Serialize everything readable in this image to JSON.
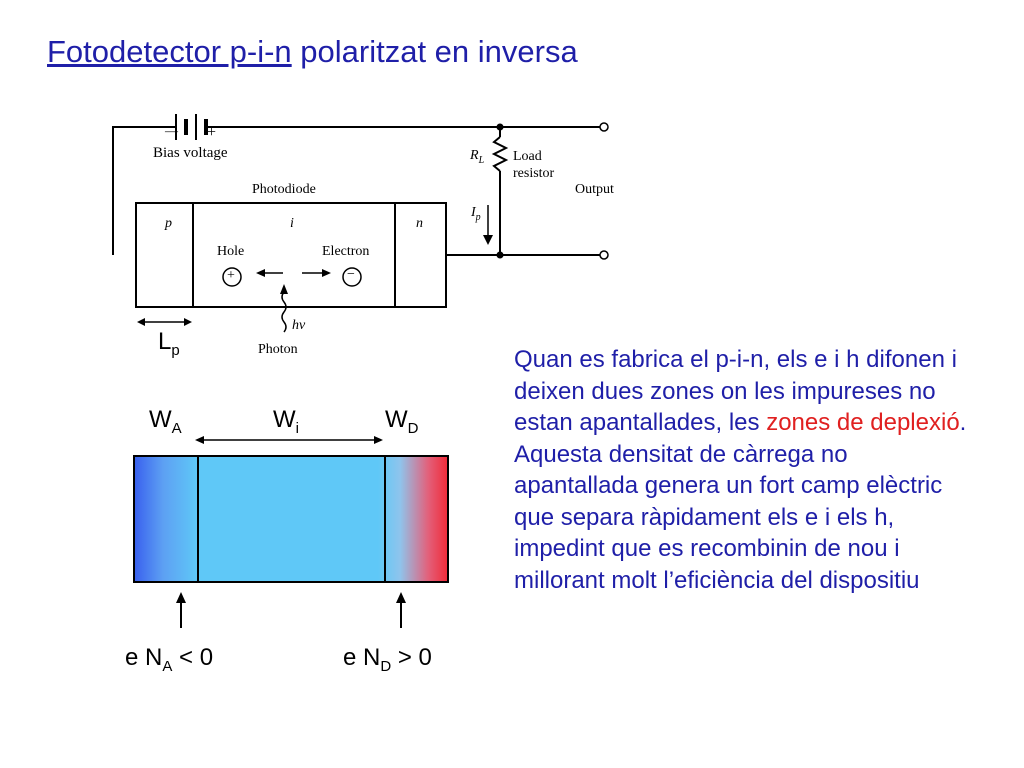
{
  "title": {
    "linked": "Fotodetector p-i-n",
    "rest": " polaritzat en inversa"
  },
  "circuit": {
    "bias_minus": "—",
    "bias_plus": "+",
    "bias_label": "Bias voltage",
    "photodiode_label": "Photodiode",
    "region_p": "p",
    "region_i": "i",
    "region_n": "n",
    "hole_label": "Hole",
    "electron_label": "Electron",
    "hole_sign": "+",
    "electron_sign": "−",
    "photon_symbol": "hν",
    "photon_label": "Photon",
    "rl_symbol": "R",
    "rl_sub": "L",
    "load_label_1": "Load",
    "load_label_2": "resistor",
    "ip_symbol": "I",
    "ip_sub": "p",
    "output_label": "Output",
    "lp_main": "L",
    "lp_sub": "p"
  },
  "band": {
    "wa_main": "W",
    "wa_sub": "A",
    "wi_main": "W",
    "wi_sub": "i",
    "wd_main": "W",
    "wd_sub": "D",
    "na_prefix": "e N",
    "na_sub": "A",
    "na_suffix": " < 0",
    "nd_prefix": "e N",
    "nd_sub": "D",
    "nd_suffix": " > 0",
    "colors": {
      "p_side": "#3a62ee",
      "intrinsic": "#5fc8f7",
      "n_side": "#ef2d3b"
    }
  },
  "description": {
    "part1": "Quan es fabrica el p-i-n, els e i h difonen i deixen dues zones on les impureses no estan apantallades, les ",
    "highlight": "zones de deplexió",
    "part2": ". Aquesta densitat de càrrega no apantallada genera un fort camp elèctric que separa ràpidament els e i els h, impedint que es recombinin de nou i millorant molt l’eficiència del dispositiu"
  },
  "colors": {
    "text_blue": "#1f1fa8",
    "highlight_red": "#e02020"
  }
}
